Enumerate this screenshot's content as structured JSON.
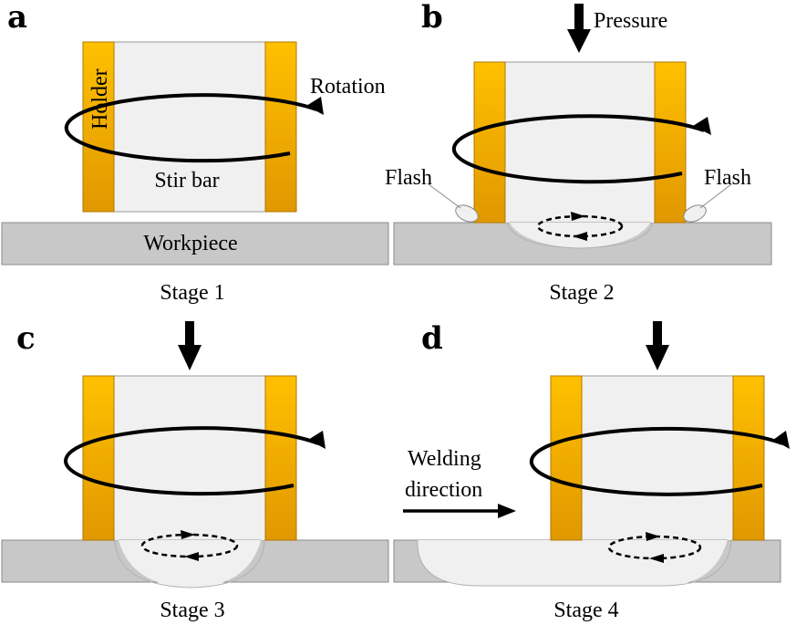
{
  "panels": [
    {
      "letter": "a",
      "stage": "Stage 1",
      "labels": {
        "holder": "Holder",
        "stir_bar": "Stir bar",
        "workpiece": "Workpiece",
        "rotation": "Rotation"
      }
    },
    {
      "letter": "b",
      "stage": "Stage 2",
      "labels": {
        "pressure": "Pressure",
        "flash_left": "Flash",
        "flash_right": "Flash"
      }
    },
    {
      "letter": "c",
      "stage": "Stage 3"
    },
    {
      "letter": "d",
      "stage": "Stage 4",
      "labels": {
        "welding_line1": "Welding",
        "welding_line2": "direction"
      }
    }
  ],
  "colors": {
    "holder": "#f7b500",
    "holder_dark": "#e29a00",
    "stir_bar": "#f0f0f0",
    "workpiece": "#c8c8c8",
    "stroke": "#7f7f7f",
    "black": "#000000"
  }
}
